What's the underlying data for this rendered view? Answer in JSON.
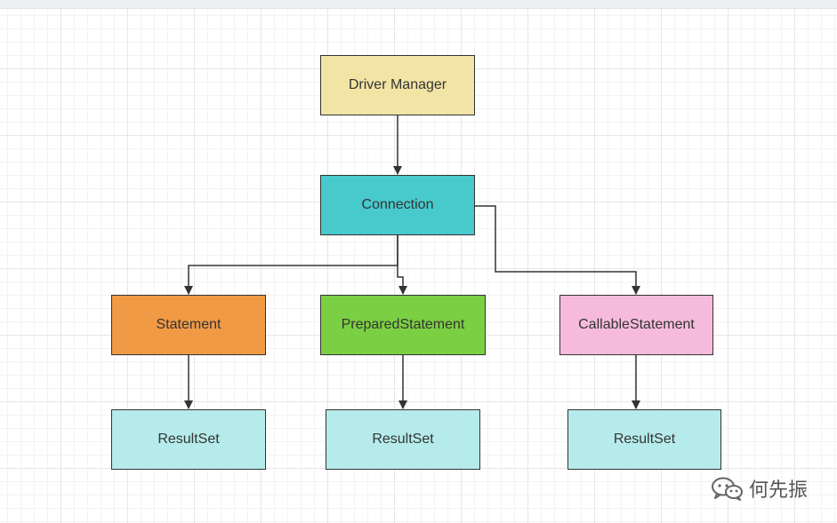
{
  "nodes": {
    "driver_manager": {
      "label": "Driver Manager",
      "color": "#f2e4a4"
    },
    "connection": {
      "label": "Connection",
      "color": "#48c9cc"
    },
    "statement": {
      "label": "Statement",
      "color": "#f09a46"
    },
    "prepared_statement": {
      "label": "PreparedStatement",
      "color": "#7bcf43"
    },
    "callable_statement": {
      "label": "CallableStatement",
      "color": "#f6bbdc"
    },
    "resultset_1": {
      "label": "ResultSet",
      "color": "#b6ebeb"
    },
    "resultset_2": {
      "label": "ResultSet",
      "color": "#b6ebeb"
    },
    "resultset_3": {
      "label": "ResultSet",
      "color": "#b6ebeb"
    }
  },
  "edges": [
    {
      "from": "driver_manager",
      "to": "connection"
    },
    {
      "from": "connection",
      "to": "statement"
    },
    {
      "from": "connection",
      "to": "prepared_statement"
    },
    {
      "from": "connection",
      "to": "callable_statement"
    },
    {
      "from": "statement",
      "to": "resultset_1"
    },
    {
      "from": "prepared_statement",
      "to": "resultset_2"
    },
    {
      "from": "callable_statement",
      "to": "resultset_3"
    }
  ],
  "watermark": {
    "icon": "wechat-icon",
    "text": "何先振"
  }
}
